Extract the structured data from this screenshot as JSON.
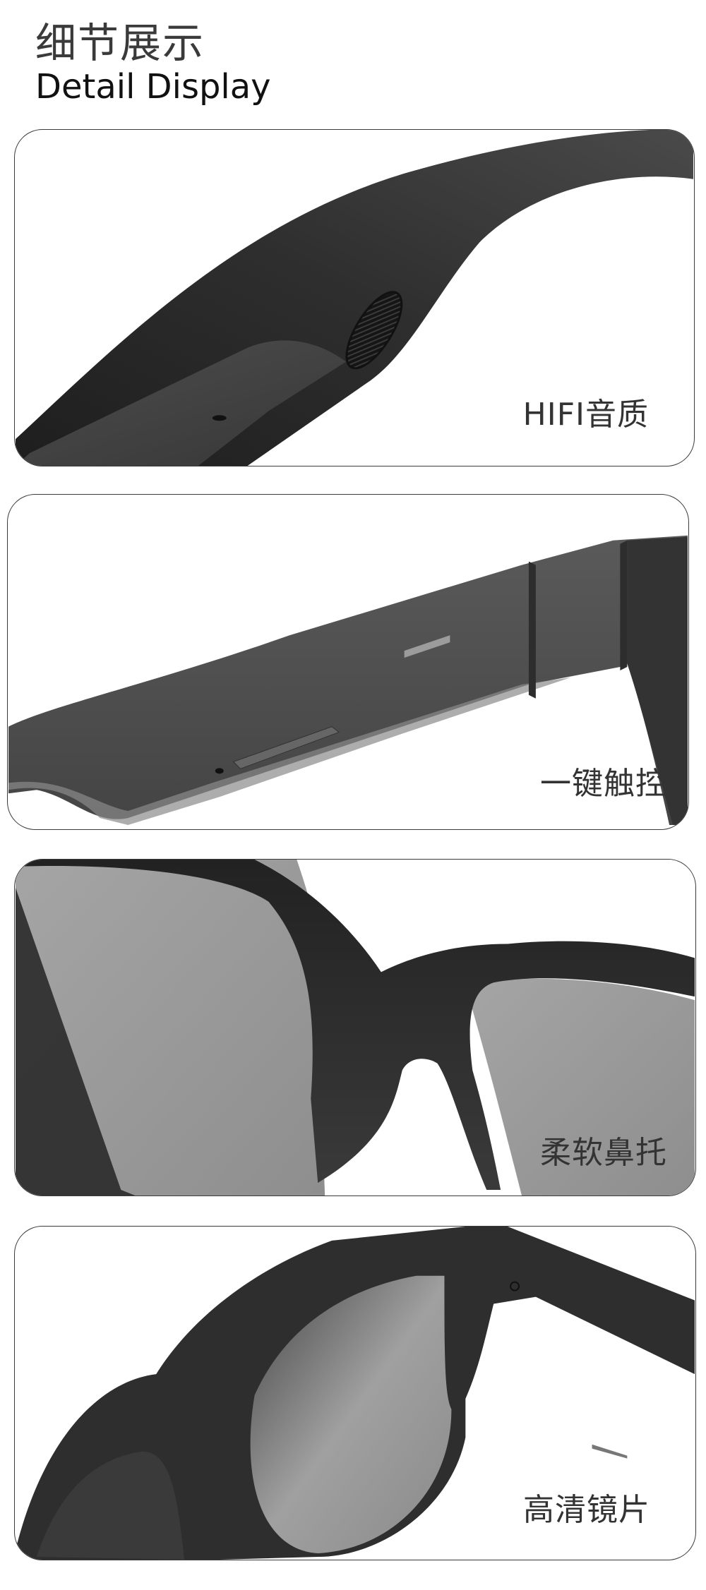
{
  "header": {
    "title_cn": "细节展示",
    "title_en": "Detail Display"
  },
  "panels": [
    {
      "id": "hifi",
      "label": "HIFI音质",
      "subject": "temple speaker grille close-up"
    },
    {
      "id": "touch",
      "label": "一键触控",
      "subject": "temple touch sensor strip close-up"
    },
    {
      "id": "nosepad",
      "label": "柔软鼻托",
      "subject": "nose pad close-up"
    },
    {
      "id": "lens",
      "label": "高清镜片",
      "subject": "lens close-up"
    }
  ],
  "colors": {
    "frame_dark": "#2b2b2b",
    "frame_mid": "#4a4a4a",
    "lens_gray": "#9a9a9a",
    "border": "#3a3a3a",
    "label_text": "#333333"
  }
}
